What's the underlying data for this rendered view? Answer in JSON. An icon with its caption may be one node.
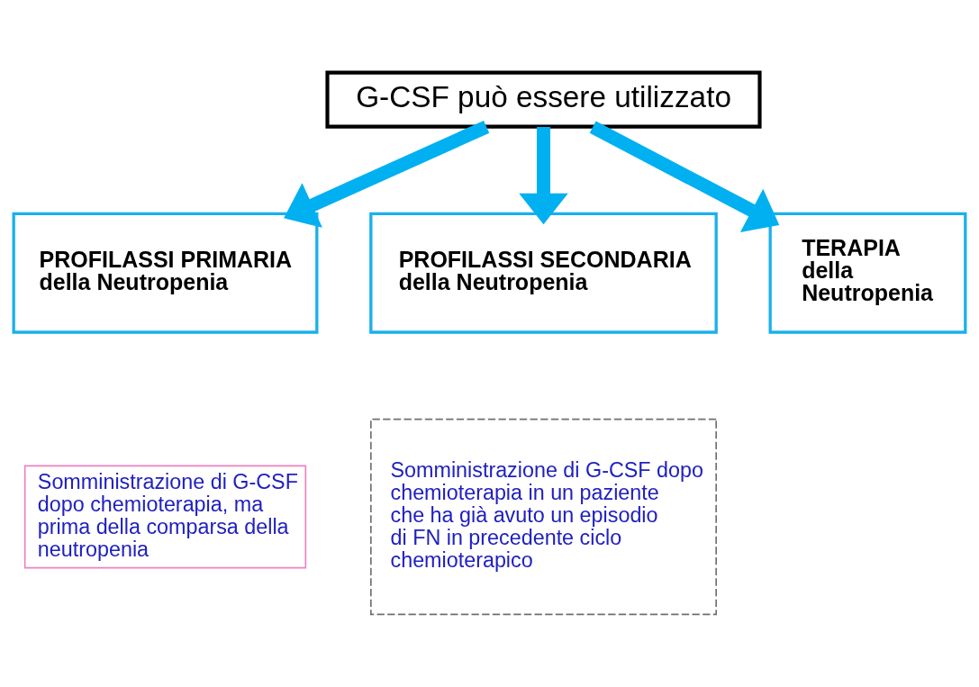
{
  "diagram": {
    "nodes": [
      {
        "text": [
          "G-CSF può essere utilizzato"
        ]
      },
      {
        "text": [
          "PROFILASSI PRIMARIA della Neutropenia"
        ]
      },
      {
        "text": [
          "PROFILASSI SECONDARIA della Neutropenia"
        ]
      },
      {
        "text": [
          "TERAPIA della Neutropenia"
        ]
      },
      {
        "text": [
          "Somministrazione di G-CSF dopo chemioterapia, ma prima della comparsa della neutropenia"
        ]
      },
      {
        "text": [
          "Somministrazione di G-CSF dopo chemioterapia in un paziente che ha già avuto un episodio di FN in precedente ciclo chemioterapico"
        ]
      }
    ],
    "edges": [
      {
        "from": 0,
        "to": 1,
        "arrow": "to"
      },
      {
        "from": 0,
        "to": 2,
        "arrow": "to"
      },
      {
        "from": 0,
        "to": 3,
        "arrow": "to"
      }
    ]
  }
}
